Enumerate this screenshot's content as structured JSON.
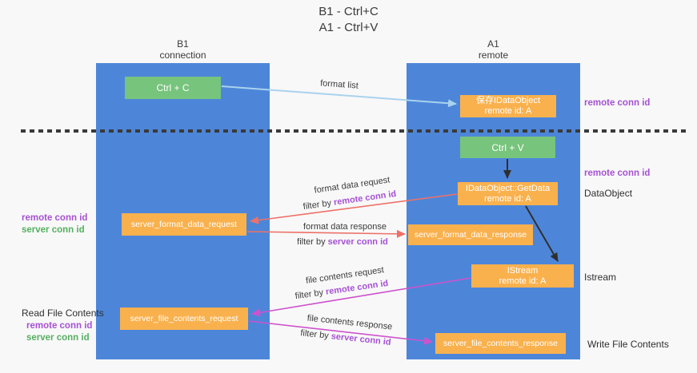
{
  "title": {
    "line1": "B1 - Ctrl+C",
    "line2": "A1 - Ctrl+V"
  },
  "lanes": {
    "left": {
      "title": "B1",
      "subtitle": "connection"
    },
    "right": {
      "title": "A1",
      "subtitle": "remote"
    }
  },
  "nodes": {
    "ctrl_c": {
      "label": "Ctrl + C"
    },
    "ctrl_v": {
      "label": "Ctrl + V"
    },
    "save_dataobject": {
      "line1": "保存IDataObject",
      "line2": "remote id: A"
    },
    "getdata": {
      "line1": "IDataObject::GetData",
      "line2": "remote id: A"
    },
    "istream": {
      "line1": "IStream",
      "line2": "remote id: A"
    },
    "server_format_data_request": {
      "label": "server_format_data_request"
    },
    "server_format_data_response": {
      "label": "server_format_data_response"
    },
    "server_file_contents_request": {
      "label": "server_file_contents_request"
    },
    "server_file_contents_response": {
      "label": "server_file_contents_response"
    }
  },
  "edge_labels": {
    "format_list": {
      "text": "format list"
    },
    "format_data_request": {
      "text": "format data request"
    },
    "format_data_response": {
      "text": "format data response"
    },
    "file_contents_request": {
      "text": "file contents request"
    },
    "file_contents_response": {
      "text": "file contents response"
    },
    "filter_by_remote_1": {
      "prefix": "filter by",
      "key": "remote conn id"
    },
    "filter_by_server_1": {
      "prefix": "filter by",
      "key": "server conn id"
    },
    "filter_by_remote_2": {
      "prefix": "filter by",
      "key": "remote conn id"
    },
    "filter_by_server_2": {
      "prefix": "filter by",
      "key": "server conn id"
    }
  },
  "left_annotations": {
    "format_pair": {
      "remote": "remote conn id",
      "server": "server conn id"
    },
    "read_file_contents": "Read File Contents",
    "file_pair": {
      "remote": "remote conn id",
      "server": "server conn id"
    }
  },
  "right_annotations": {
    "remote_conn_id_top": "remote conn id",
    "remote_conn_id_mid": "remote conn id",
    "dataobject": "DataObject",
    "istream": "Istream",
    "write_file_contents": "Write File Contents"
  },
  "colors": {
    "lane_blue": "#4d86d9",
    "node_green": "#77c47c",
    "node_orange": "#f9b14e",
    "arrow_blue": "#a9d2ee",
    "arrow_red": "#ed7168",
    "arrow_magenta": "#cd53cd",
    "arrow_black": "#2f2f2f",
    "annotation_purple": "#a651d4",
    "annotation_green": "#55b060"
  }
}
